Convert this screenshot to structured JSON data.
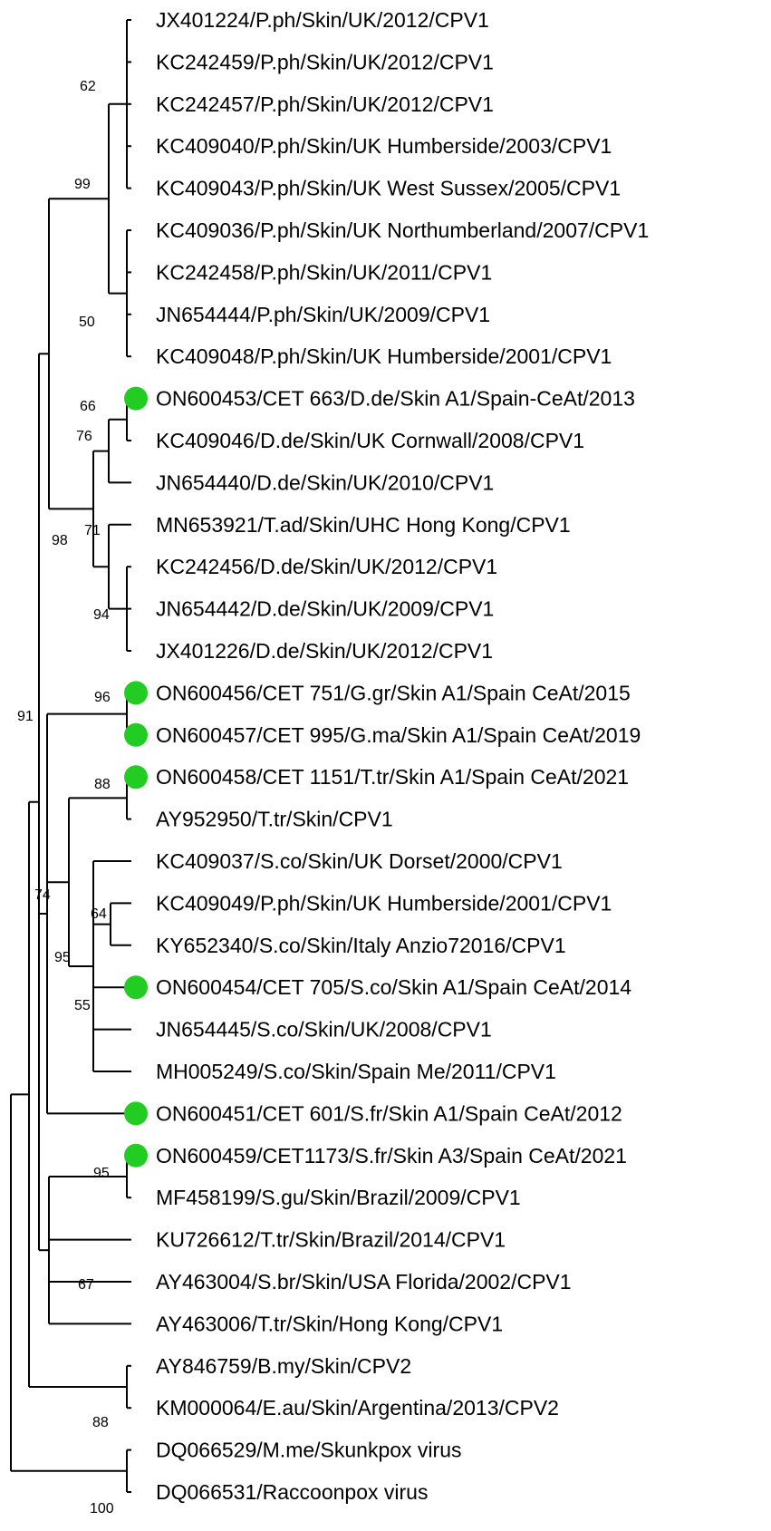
{
  "colors": {
    "line": "#000000",
    "marker": "#22cc22"
  },
  "leaves": [
    {
      "label": "JX401224/P.ph/Skin/UK/2012/CPV1"
    },
    {
      "label": "KC242459/P.ph/Skin/UK/2012/CPV1"
    },
    {
      "label": "KC242457/P.ph/Skin/UK/2012/CPV1"
    },
    {
      "label": "KC409040/P.ph/Skin/UK Humberside/2003/CPV1"
    },
    {
      "label": "KC409043/P.ph/Skin/UK West Sussex/2005/CPV1"
    },
    {
      "label": "KC409036/P.ph/Skin/UK Northumberland/2007/CPV1"
    },
    {
      "label": "KC242458/P.ph/Skin/UK/2011/CPV1"
    },
    {
      "label": "JN654444/P.ph/Skin/UK/2009/CPV1"
    },
    {
      "label": "KC409048/P.ph/Skin/UK Humberside/2001/CPV1"
    },
    {
      "label": "ON600453/CET 663/D.de/Skin A1/Spain-CeAt/2013",
      "marker": true
    },
    {
      "label": "KC409046/D.de/Skin/UK Cornwall/2008/CPV1"
    },
    {
      "label": "JN654440/D.de/Skin/UK/2010/CPV1"
    },
    {
      "label": "MN653921/T.ad/Skin/UHC Hong Kong/CPV1"
    },
    {
      "label": "KC242456/D.de/Skin/UK/2012/CPV1"
    },
    {
      "label": "JN654442/D.de/Skin/UK/2009/CPV1"
    },
    {
      "label": "JX401226/D.de/Skin/UK/2012/CPV1"
    },
    {
      "label": "ON600456/CET 751/G.gr/Skin A1/Spain CeAt/2015",
      "marker": true
    },
    {
      "label": "ON600457/CET 995/G.ma/Skin A1/Spain CeAt/2019",
      "marker": true
    },
    {
      "label": "ON600458/CET 1151/T.tr/Skin A1/Spain CeAt/2021",
      "marker": true
    },
    {
      "label": "AY952950/T.tr/Skin/CPV1"
    },
    {
      "label": "KC409037/S.co/Skin/UK Dorset/2000/CPV1"
    },
    {
      "label": "KC409049/P.ph/Skin/UK Humberside/2001/CPV1"
    },
    {
      "label": "KY652340/S.co/Skin/Italy Anzio72016/CPV1"
    },
    {
      "label": "ON600454/CET 705/S.co/Skin A1/Spain CeAt/2014",
      "marker": true
    },
    {
      "label": "JN654445/S.co/Skin/UK/2008/CPV1"
    },
    {
      "label": "MH005249/S.co/Skin/Spain Me/2011/CPV1"
    },
    {
      "label": "ON600451/CET 601/S.fr/Skin A1/Spain CeAt/2012",
      "marker": true
    },
    {
      "label": "ON600459/CET1173/S.fr/Skin A3/Spain CeAt/2021",
      "marker": true
    },
    {
      "label": "MF458199/S.gu/Skin/Brazil/2009/CPV1"
    },
    {
      "label": "KU726612/T.tr/Skin/Brazil/2014/CPV1"
    },
    {
      "label": "AY463004/S.br/Skin/USA Florida/2002/CPV1"
    },
    {
      "label": "AY463006/T.tr/Skin/Hong Kong/CPV1"
    },
    {
      "label": "AY846759/B.my/Skin/CPV2"
    },
    {
      "label": "KM000064/E.au/Skin/Argentina/2013/CPV2"
    },
    {
      "label": "DQ066529/M.me/Skunkpox virus"
    },
    {
      "label": "DQ066531/Raccoonpox virus"
    }
  ],
  "support_values": [
    "62",
    "99",
    "50",
    "66",
    "76",
    "98",
    "71",
    "94",
    "96",
    "91",
    "88",
    "74",
    "64",
    "95",
    "55",
    "95",
    "67",
    "88",
    "100"
  ]
}
